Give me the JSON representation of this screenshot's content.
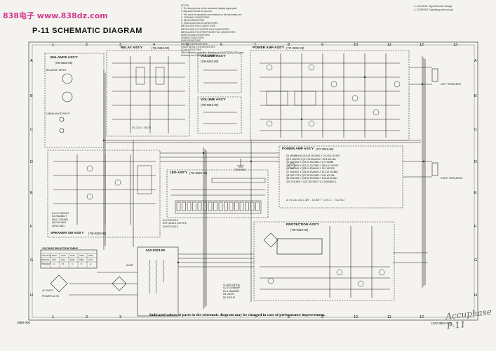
{
  "watermark": "838电子 www.838dz.com",
  "page_title": "P-11 SCHEMATIC DIAGRAM",
  "notes": [
    "NOTES:",
    "1. The binary items for the schematic display signal path.",
    "2. Big spots denote the ground.",
    "3. The value of capacitors and resistors on the schematic are:",
    "C: CERAMIC CAPACITORS",
    "E: MICA CAPACITORS",
    "S: TANTALUM SOLID CAPACITORS",
    "METALLIZED FILM CAPACITORS",
    "METALLIZED POLYESTER FILM CAPACITORS",
    "METALLIZED POLYPROPYLENE FILM CAPACITORS",
    "WIRE WOUND RESISTORS",
    "CEMENT RESISTORS",
    "FUSE RESISTORS",
    "METAL FILM RESISTORS",
    "OXIDE METAL FILM RESISTORS",
    "SOLID RESISTORS",
    "Other otherwise specified: Resistors are ELECTROLYTIC types",
    "Resistors are CARBON FILM TYPES"
  ],
  "voltage_notes": [
    "3. VOLTAGE: Signal Source Voltage",
    "4. CURRENT: Operating with no load"
  ],
  "columns": [
    "1",
    "2",
    "3",
    "4",
    "5",
    "6",
    "7",
    "8",
    "9",
    "10",
    "11",
    "12",
    "13"
  ],
  "rows": [
    "A",
    "B",
    "C",
    "D",
    "E",
    "F",
    "G",
    "H"
  ],
  "blocks": {
    "balance": {
      "title": "BALANCE ASS'Y",
      "sub": "(7I6-0262-00)"
    },
    "relay": {
      "title": "RELAY ASS'Y",
      "sub": "(7I6-0260-00)"
    },
    "volume1": {
      "title": "VOLUME ASS'Y",
      "sub": "(7I6-0261-00)"
    },
    "volume2": {
      "title": "VOLUME ASS'Y",
      "sub": "(7I6-0261-00)"
    },
    "power_amp1": {
      "title": "POWER AMP ASS'Y",
      "sub": "(7I7-0032-00)"
    },
    "power_amp2": {
      "title": "POWER AMP ASS'Y",
      "sub": "(7I7-0032-00)"
    },
    "led": {
      "title": "LED ASS'Y",
      "sub": "(7I3-0626-00)"
    },
    "speaker_sw": {
      "title": "SPEAKER SW ASS'Y",
      "sub": "(7I6-0259-00)"
    },
    "protection": {
      "title": "PROTECTION ASS'Y",
      "sub": "(7I6-0319-00)"
    },
    "transformer": {
      "title": "510-2023-00",
      "sub": ""
    },
    "voltage_table": {
      "title": "VOLTAGE SELECTION TABLE",
      "sub": ""
    }
  },
  "labels": {
    "balance_input": "BALANCE INPUT",
    "unbalance_input": "UNBALANCE INPUT",
    "d1_d4": "D1,2,3,4 : 1S176",
    "left_speakers": "LEFT SPEAKERS",
    "right_speakers": "RIGHT SPEAKERS",
    "ac_inlet": "AC INLET",
    "power_ac_in": "POWER AC IN",
    "grounding": "GROUND",
    "mains_fuse": "ACAR"
  },
  "power_amp_parts": [
    "Q1    μPA68HA-M      Q15,16     2SC3902-Y      D1,2,5,6   1S1570",
    "Q2,3  2SA726-Y       Q17,18     2SA1049-Y      D3,4       MZ-16A",
    "Q4    2SA1841-Y      Q19,20     2SC3902-Y      D7         1S1588",
    "Q5    2SC3902-Y      Q21,22     2SC3902-Y      D8,9,10    1S1570",
    "Q6    2SA1841-Y      Q23,24     2SA1841-Y      D11        1SS176",
    "Q7    2SA1847-Y      Q25,26     2SA1841-Y      D12,13     1S1588",
    "Q8    2SC2775-Y      Q27,28     2SC3902-Y      D14        NZ-18A",
    "Q9    2SA1482-Y      Q29,30     2SC3902-Y      D15,16     NZ-6A1",
    "Q10   2SC3902-Y      Q31        2SC3902-Y      IC1        NJM4502-D"
  ],
  "handwritten_note": "A 0u,po AQ2,4H , IsoIR 7 (2SC2 , 1425A)",
  "speaker_sw_parts": [
    "D1,2,3   1S2076-5",
    "D4       2SA1826-Y",
    "D5,6,7   1SS4841",
    "Q1,2     NZ-6A1L",
    "Q3       NZ-16A1"
  ],
  "led_parts": [
    "D1,2   TLS125-5",
    "D3     TLS125-5, SLP-H76",
    "D4,5   TLS125-5"
  ],
  "protection_parts": [
    "IC1    μPC1237HA",
    "IC2,3  TA78M06P",
    "D1-4   2SA1364P",
    "D5     1S1570",
    "D6     S1F8-10"
  ],
  "voltage_table": {
    "headers": [
      "VOLTAGE",
      "100V",
      "120V",
      "220V",
      "230V",
      "240V"
    ],
    "rows": [
      [
        "DESTIN.",
        "JPN",
        "USA",
        "EUR",
        "GBR",
        "AUS"
      ],
      [
        "PRIMARY",
        "A",
        "B",
        "C",
        "D",
        "E"
      ]
    ]
  },
  "bottom_note": "Indicated values of parts in the schematic diagram may be changed in case of performance improvement.",
  "doc_left": "3989-306",
  "doc_right": "(422-3852-00)",
  "signature_text": "Accuphase P-11"
}
